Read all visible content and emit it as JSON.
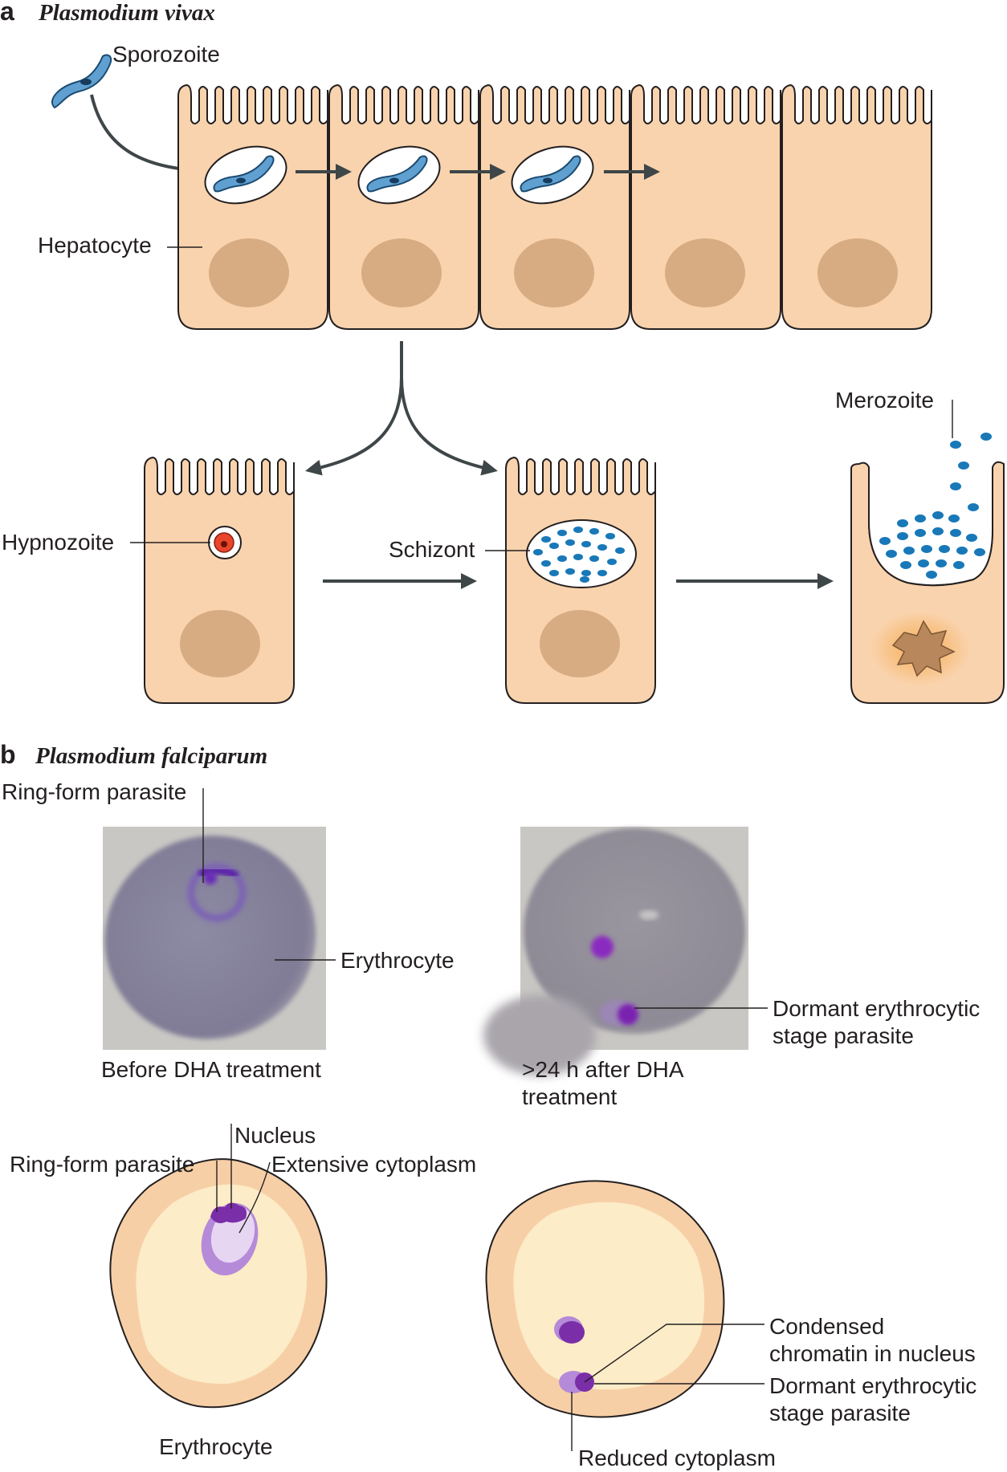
{
  "panel_a": {
    "letter": "a",
    "species": "Plasmodium vivax",
    "labels": {
      "sporozoite": "Sporozoite",
      "hepatocyte": "Hepatocyte",
      "merozoite": "Merozoite",
      "hypnozoite": "Hypnozoite",
      "schizont": "Schizont"
    }
  },
  "panel_b": {
    "letter": "b",
    "species": "Plasmodium falciparum",
    "micrographs": {
      "left": {
        "ring_label": "Ring-form parasite",
        "cell_label": "Erythrocyte",
        "caption": "Before DHA treatment"
      },
      "right": {
        "parasite_label_1": "Dormant erythrocytic",
        "parasite_label_2": "stage parasite",
        "caption_1": ">24 h after DHA",
        "caption_2": "treatment"
      }
    },
    "schematics": {
      "left": {
        "nucleus": "Nucleus",
        "ring": "Ring-form parasite",
        "cytoplasm": "Extensive cytoplasm",
        "cell": "Erythrocyte"
      },
      "right": {
        "chromatin_1": "Condensed",
        "chromatin_2": "chromatin in nucleus",
        "dormant_1": "Dormant erythrocytic",
        "dormant_2": "stage parasite",
        "reduced": "Reduced cytoplasm"
      }
    }
  },
  "colors": {
    "hepatocyte": "#f9d3ad",
    "hepatocyte_nucleus": "#d7ac83",
    "sporozoite": "#5fa0d0",
    "merozoite": "#1878b8",
    "hypnozoite": "#e8452b",
    "parasite_purple": "#8d4fb8",
    "micrograph_background": "#c9c7c3",
    "erythrocyte_stain": "#85819a"
  }
}
